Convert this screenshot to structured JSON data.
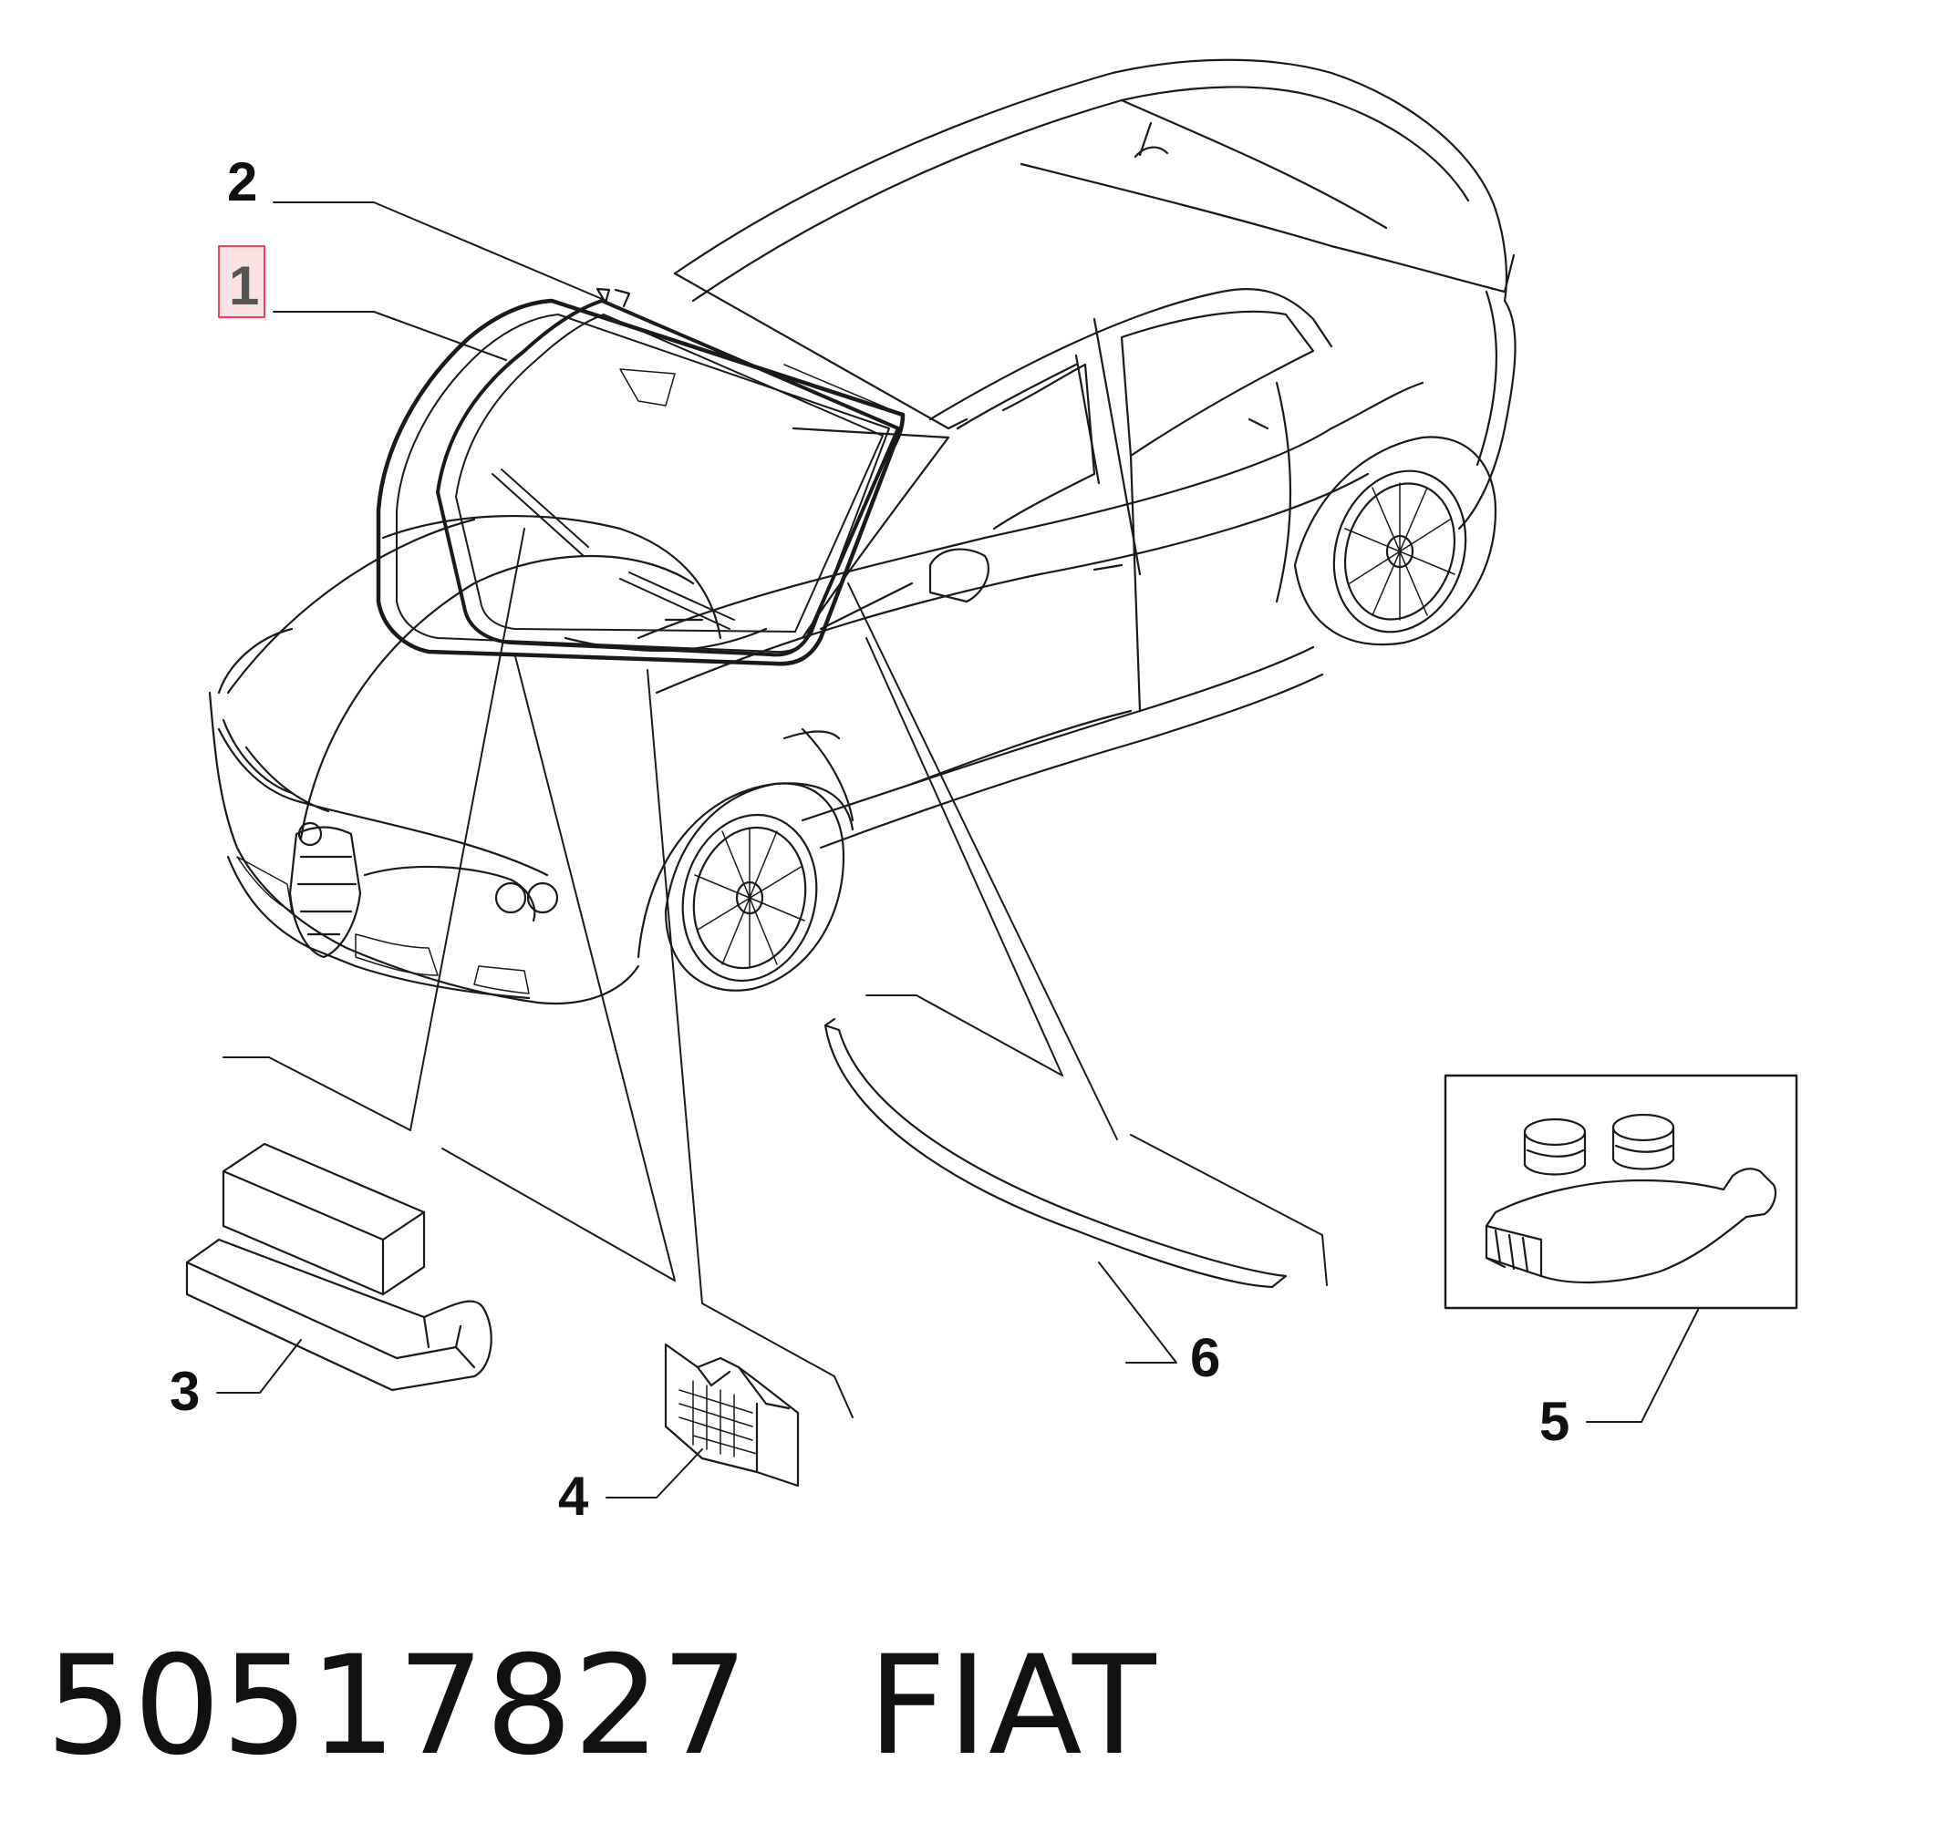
{
  "callouts": {
    "c1": "1",
    "c2": "2",
    "c3": "3",
    "c4": "4",
    "c5": "5",
    "c6": "6"
  },
  "highlighted_callout": "1",
  "caption": {
    "part_number": "50517827",
    "brand": "FIAT"
  },
  "colors": {
    "line": "#1a1a1a",
    "highlight_fill": "#fde2e4",
    "highlight_border": "#e6495c"
  }
}
